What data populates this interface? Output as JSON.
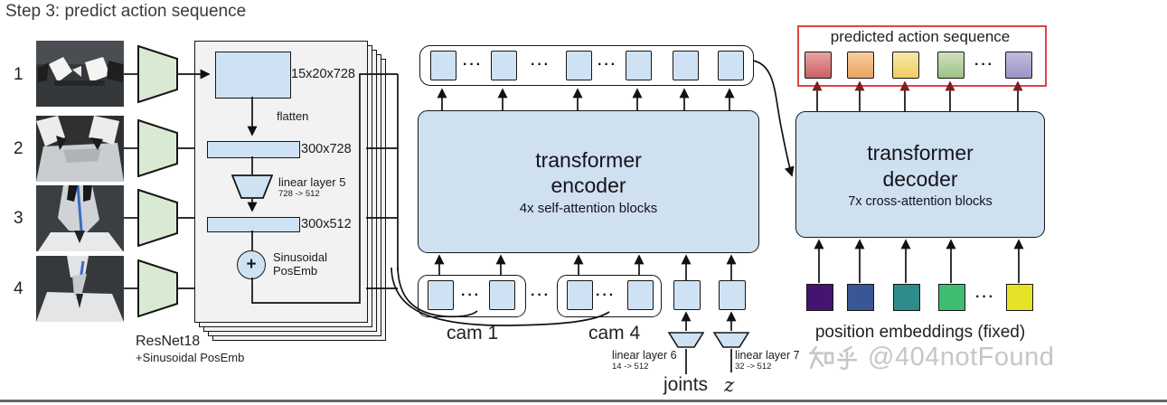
{
  "title": "Step 3: predict action sequence",
  "dots": "···",
  "cameras": [
    {
      "num": "1"
    },
    {
      "num": "2"
    },
    {
      "num": "3"
    },
    {
      "num": "4"
    }
  ],
  "backbone": {
    "name": "ResNet18",
    "posemb": "+Sinusoidal PosEmb"
  },
  "panel": {
    "feat_shape": "15x20x728",
    "flatten": "flatten",
    "flat_shape": "300x728",
    "linear5": "linear layer 5",
    "linear5_dims": "728 -> 512",
    "proj_shape": "300x512",
    "plus": "+",
    "posemb_line1": "Sinusoidal",
    "posemb_line2": "PosEmb"
  },
  "encoder": {
    "line1": "transformer",
    "line2": "encoder",
    "subtitle": "4x self-attention blocks"
  },
  "decoder": {
    "line1": "transformer",
    "line2": "decoder",
    "subtitle": "7x cross-attention blocks"
  },
  "cam_groups": {
    "cam1": "cam 1",
    "cam4": "cam 4"
  },
  "joints_input": {
    "linear": "linear layer 6",
    "dims": "14 -> 512",
    "label": "joints"
  },
  "latent_input": {
    "linear": "linear layer 7",
    "dims": "32 -> 512",
    "label": "z"
  },
  "predicted": {
    "title": "predicted action sequence",
    "border_color": "#e04444",
    "squares": [
      {
        "top": "#e8a3a3",
        "bottom": "#cc5f63"
      },
      {
        "top": "#f7cfa0",
        "bottom": "#eba260"
      },
      {
        "top": "#f9e8ab",
        "bottom": "#f1cd60"
      },
      {
        "top": "#cfe0bd",
        "bottom": "#9cc284"
      },
      {
        "top": "#c3bcdc",
        "bottom": "#9c93c6"
      }
    ]
  },
  "pos_emb": {
    "label": "position embeddings (fixed)",
    "colors": [
      "#451370",
      "#3a5795",
      "#2e8c8a",
      "#3ebd71",
      "#e6e227"
    ]
  },
  "watermark": {
    "brand": "知乎",
    "handle": "@404notFound"
  },
  "colors": {
    "token_blue": "#cfe2f3",
    "encoder_blue": "#cfe0f1",
    "resnet_green": "#d9ead3",
    "panel_gray": "#f2f2f2"
  }
}
